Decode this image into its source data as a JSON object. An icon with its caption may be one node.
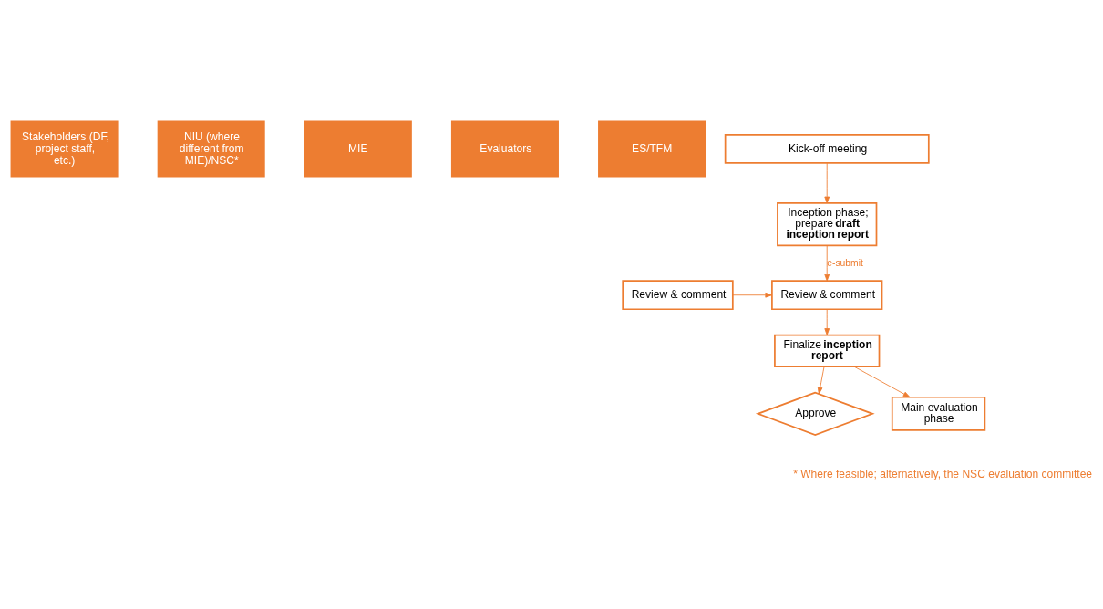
{
  "diagram": {
    "nodes": [
      {
        "text": [
          "Stakeholders (DF, project staff, etc.)"
        ]
      },
      {
        "text": [
          "NIU (where different from MIE)/NSC*"
        ]
      },
      {
        "text": [
          "MIE"
        ]
      },
      {
        "text": [
          "Evaluators"
        ]
      },
      {
        "text": [
          "ES/TFM"
        ]
      },
      {
        "text": [
          "Kick-off meeting"
        ]
      },
      {
        "text": [
          "Inception phase; prepare **draft inception report**"
        ]
      },
      {
        "text": [
          "Review & comment"
        ]
      },
      {
        "text": [
          "Review & comment"
        ]
      },
      {
        "text": [
          "Finalize **inception report**"
        ]
      },
      {
        "text": [
          "Approve"
        ]
      },
      {
        "text": [
          "Main evaluation phase"
        ]
      }
    ],
    "edges": [
      {
        "from": 5,
        "to": 6,
        "arrow": "to"
      },
      {
        "from": 6,
        "to": 8,
        "arrow": "to",
        "label": "e-submit"
      },
      {
        "from": 7,
        "to": 8,
        "arrow": "to"
      },
      {
        "from": 8,
        "to": 9,
        "arrow": "to"
      },
      {
        "from": 9,
        "to": 10,
        "arrow": "to"
      },
      {
        "from": 9,
        "to": 11,
        "arrow": "to"
      }
    ],
    "labels": [
      "* Where feasible; alternatively, the NSC evaluation committee"
    ]
  }
}
